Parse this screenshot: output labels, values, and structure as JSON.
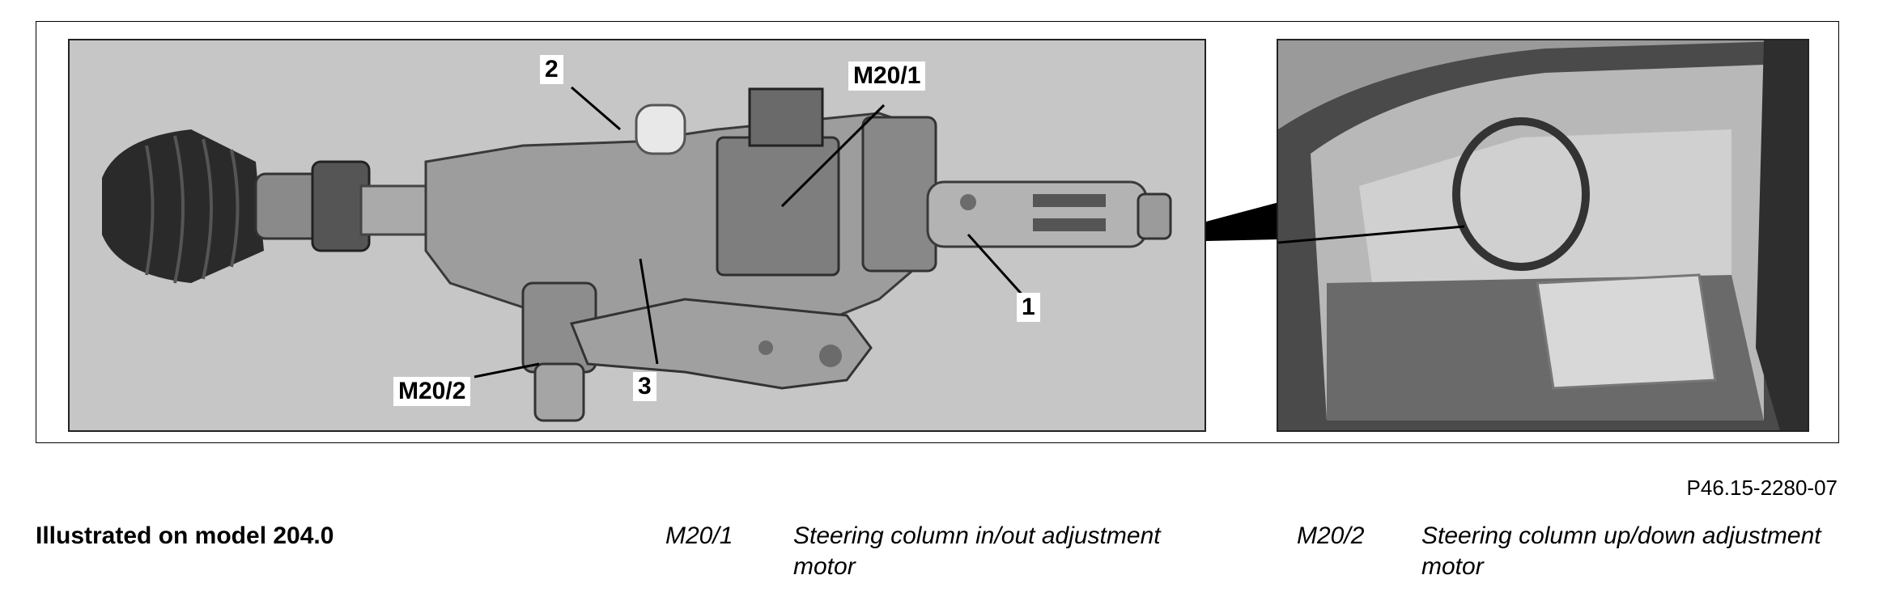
{
  "figure": {
    "labels": {
      "label_2": "2",
      "label_m20_1": "M20/1",
      "label_1": "1",
      "label_3": "3",
      "label_m20_2": "M20/2"
    },
    "reference": "P46.15-2280-07"
  },
  "caption": {
    "title": "Illustrated on model 204.0",
    "items": [
      {
        "code": "M20/1",
        "description": "Steering column in/out adjustment motor"
      },
      {
        "code": "M20/2",
        "description": "Steering column up/down adjustment motor"
      }
    ]
  }
}
